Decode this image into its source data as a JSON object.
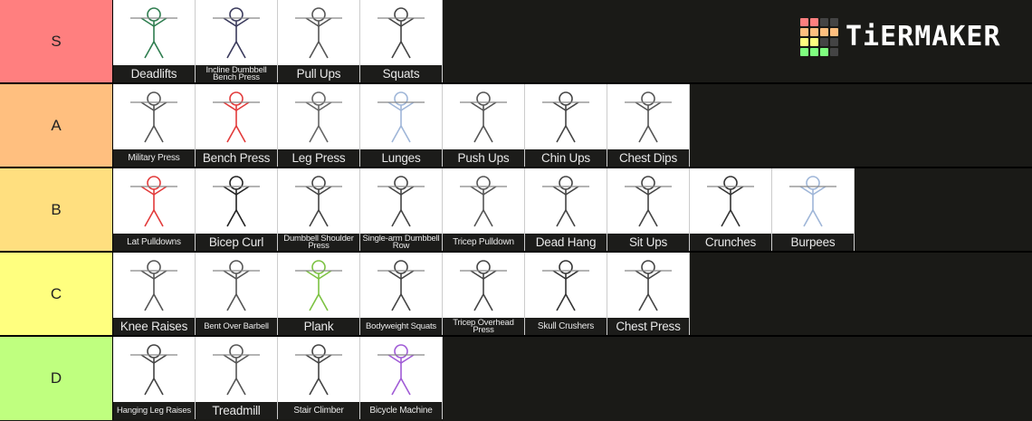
{
  "brand": {
    "name": "TiERMAKER",
    "grid_colors": [
      "#ff7f7f",
      "#ff7f7f",
      "#444444",
      "#444444",
      "#ffbf7f",
      "#ffbf7f",
      "#ffbf7f",
      "#ffbf7f",
      "#ffff7f",
      "#ffff7f",
      "#444444",
      "#444444",
      "#7fff7f",
      "#7fff7f",
      "#7fff7f",
      "#444444"
    ]
  },
  "colors": {
    "background": "#1a1a17",
    "caption_bg": "#1c1c1a",
    "caption_text": "#e8e8e8"
  },
  "tiers": [
    {
      "label": "S",
      "color": "#ff7f7f",
      "items": [
        {
          "name": "Deadlifts",
          "style": "normal",
          "icon": "deadlift-illustration",
          "tint": "#2e7d4f"
        },
        {
          "name": "Incline Dumbbell Bench Press",
          "style": "two",
          "icon": "incline-press-illustration",
          "tint": "#3a3a5c"
        },
        {
          "name": "Pull Ups",
          "style": "normal",
          "icon": "pullup-illustration",
          "tint": "#555555"
        },
        {
          "name": "Squats",
          "style": "normal",
          "icon": "squat-illustration",
          "tint": "#444444"
        }
      ]
    },
    {
      "label": "A",
      "color": "#ffbf7f",
      "items": [
        {
          "name": "Military Press",
          "style": "small",
          "icon": "military-press-illustration",
          "tint": "#555555"
        },
        {
          "name": "Bench Press",
          "style": "normal",
          "icon": "bench-press-illustration",
          "tint": "#e23b3b"
        },
        {
          "name": "Leg Press",
          "style": "normal",
          "icon": "leg-press-illustration",
          "tint": "#666666"
        },
        {
          "name": "Lunges",
          "style": "normal",
          "icon": "lunge-illustration",
          "tint": "#9fb6d8"
        },
        {
          "name": "Push Ups",
          "style": "normal",
          "icon": "pushup-illustration",
          "tint": "#555555"
        },
        {
          "name": "Chin Ups",
          "style": "normal",
          "icon": "chinup-illustration",
          "tint": "#444444"
        },
        {
          "name": "Chest Dips",
          "style": "normal",
          "icon": "chest-dip-illustration",
          "tint": "#555555"
        }
      ]
    },
    {
      "label": "B",
      "color": "#ffdf7f",
      "items": [
        {
          "name": "Lat Pulldowns",
          "style": "small",
          "icon": "lat-pulldown-illustration",
          "tint": "#e23b3b"
        },
        {
          "name": "Bicep Curl",
          "style": "normal",
          "icon": "bicep-curl-illustration",
          "tint": "#222222"
        },
        {
          "name": "Dumbbell Shoulder Press",
          "style": "two",
          "icon": "shoulder-press-illustration",
          "tint": "#444444"
        },
        {
          "name": "Single-arm Dumbbell Row",
          "style": "two",
          "icon": "dumbbell-row-illustration",
          "tint": "#444444"
        },
        {
          "name": "Tricep Pulldown",
          "style": "small",
          "icon": "tricep-pulldown-illustration",
          "tint": "#555555"
        },
        {
          "name": "Dead Hang",
          "style": "normal",
          "icon": "dead-hang-illustration",
          "tint": "#444444"
        },
        {
          "name": "Sit Ups",
          "style": "normal",
          "icon": "situp-illustration",
          "tint": "#444444"
        },
        {
          "name": "Crunches",
          "style": "normal",
          "icon": "crunch-illustration",
          "tint": "#333333"
        },
        {
          "name": "Burpees",
          "style": "normal",
          "icon": "burpee-illustration",
          "tint": "#9fb6d8"
        }
      ]
    },
    {
      "label": "C",
      "color": "#ffff7f",
      "items": [
        {
          "name": "Knee Raises",
          "style": "normal",
          "icon": "knee-raise-illustration",
          "tint": "#555555"
        },
        {
          "name": "Bent Over Barbell",
          "style": "two",
          "icon": "bent-over-row-illustration",
          "tint": "#555555"
        },
        {
          "name": "Plank",
          "style": "normal",
          "icon": "plank-illustration",
          "tint": "#7cc242"
        },
        {
          "name": "Bodyweight Squats",
          "style": "two",
          "icon": "bodyweight-squat-illustration",
          "tint": "#444444"
        },
        {
          "name": "Tricep Overhead Press",
          "style": "two",
          "icon": "tricep-overhead-illustration",
          "tint": "#444444"
        },
        {
          "name": "Skull Crushers",
          "style": "small",
          "icon": "skull-crusher-illustration",
          "tint": "#333333"
        },
        {
          "name": "Chest Press",
          "style": "normal",
          "icon": "chest-press-illustration",
          "tint": "#444444"
        }
      ]
    },
    {
      "label": "D",
      "color": "#bfff7f",
      "items": [
        {
          "name": "Hanging Leg Raises",
          "style": "two",
          "icon": "hanging-leg-raise-illustration",
          "tint": "#444444"
        },
        {
          "name": "Treadmill",
          "style": "normal",
          "icon": "treadmill-illustration",
          "tint": "#555555"
        },
        {
          "name": "Stair Climber",
          "style": "small",
          "icon": "stair-climber-illustration",
          "tint": "#444444"
        },
        {
          "name": "Bicycle Machine",
          "style": "small",
          "icon": "bicycle-machine-illustration",
          "tint": "#a05bd6"
        }
      ]
    }
  ]
}
